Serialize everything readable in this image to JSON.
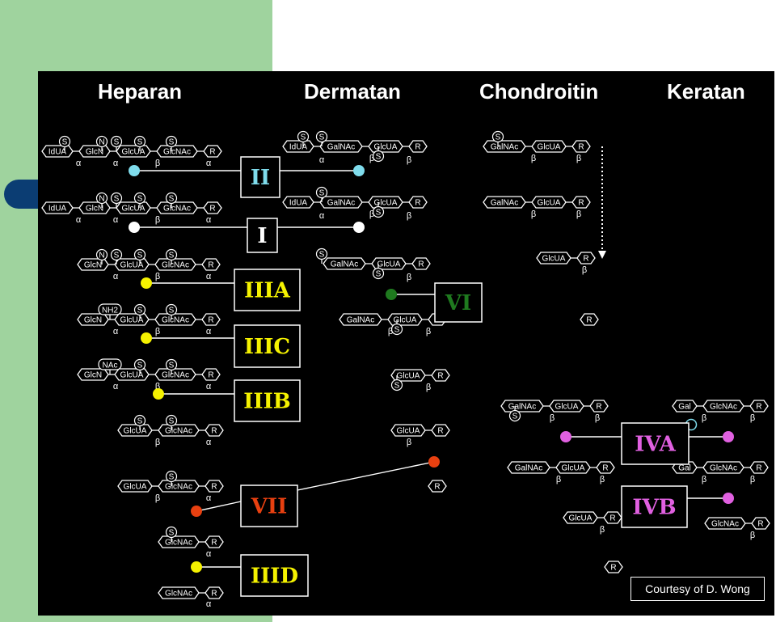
{
  "headers": {
    "heparan": "Heparan",
    "dermatan": "Dermatan",
    "chondroitin": "Chondroitin",
    "keratan": "Keratan"
  },
  "residues": {
    "IdUA": "IdUA",
    "GlcN": "GlcN",
    "GlcUA": "GlcUA",
    "GlcNAc": "GlcNAc",
    "GalNAc": "GalNAc",
    "Gal": "Gal",
    "R": "R",
    "S": "S",
    "N": "N",
    "NH2": "NH2",
    "NAc": "NAc",
    "alpha": "α",
    "beta": "β"
  },
  "enzymes": {
    "II": "II",
    "I": "I",
    "IIIA": "IIIA",
    "IIIC": "IIIC",
    "IIIB": "IIIB",
    "VII": "VII",
    "IIID": "IIID",
    "VI": "VI",
    "IVA": "IVA",
    "IVB": "IVB"
  },
  "colors": {
    "cyan": "#7fdcec",
    "white": "#ffffff",
    "yellow": "#f5f200",
    "red": "#e84010",
    "green": "#1f7a1f",
    "magenta": "#e060e0",
    "panel": "#000000",
    "sidebar": "#9fd39e",
    "tab": "#0b3d73"
  },
  "courtesy": "Courtesy of D. Wong"
}
